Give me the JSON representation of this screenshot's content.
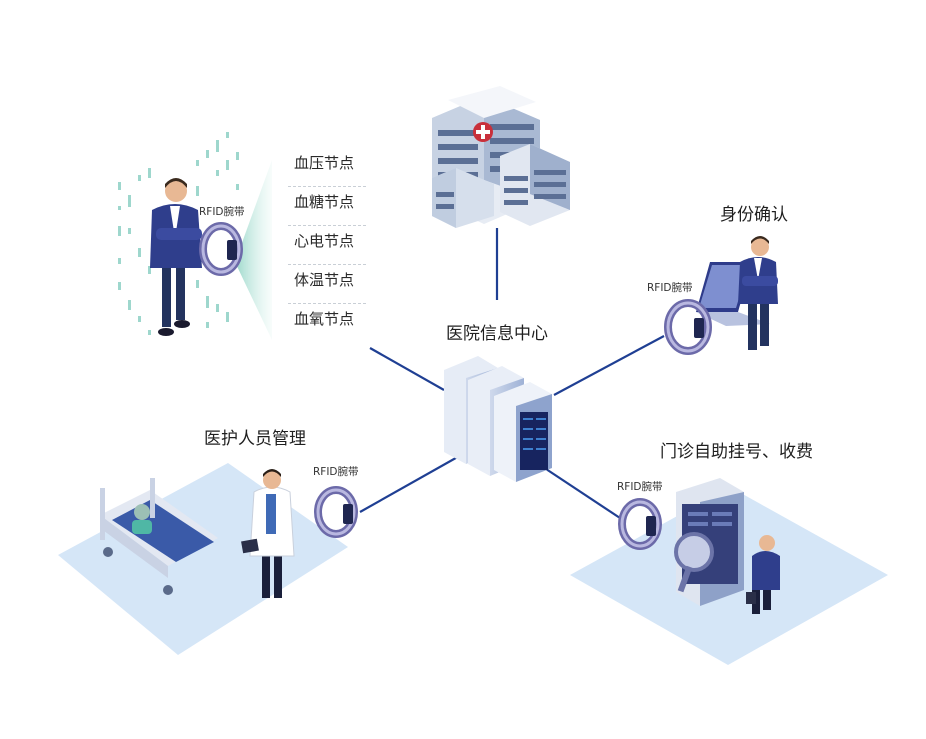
{
  "center": {
    "label": "医院信息中心"
  },
  "sensor_nodes": [
    "血压节点",
    "血糖节点",
    "心电节点",
    "体温节点",
    "血氧节点"
  ],
  "rfid_tag": "RFID腕带",
  "identity": {
    "label": "身份确认"
  },
  "staff": {
    "label": "医护人员管理"
  },
  "clinic": {
    "label": "门诊自助挂号、收费"
  },
  "colors": {
    "line": "#1f3f93",
    "navy": "#2a3778",
    "floor": "#d5e6f7",
    "wristband": "#6c6aa9",
    "accent": "#4fb7a5"
  }
}
